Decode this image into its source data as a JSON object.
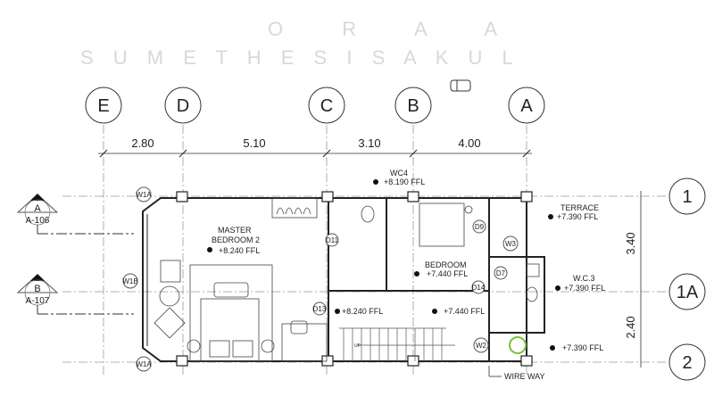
{
  "grid_columns": [
    {
      "label": "E"
    },
    {
      "label": "D"
    },
    {
      "label": "C"
    },
    {
      "label": "B"
    },
    {
      "label": "A"
    }
  ],
  "column_dimensions": [
    "2.80",
    "5.10",
    "3.10",
    "4.00"
  ],
  "grid_rows": [
    {
      "label": "1"
    },
    {
      "label": "1A"
    },
    {
      "label": "2"
    }
  ],
  "row_dimensions": [
    "3.40",
    "2.40"
  ],
  "section_markers": [
    {
      "letter": "A",
      "sheet": "A-106"
    },
    {
      "letter": "B",
      "sheet": "A-107"
    }
  ],
  "rooms": {
    "master_name_1": "MASTER",
    "master_name_2": "BEDROOM 2",
    "master_level": "+8.240 FFL",
    "wc4_name": "WC4",
    "wc4_level": "+8.190 FFL",
    "bedroom_name": "BEDROOM",
    "bedroom_level": "+7.440 FFL",
    "terrace_name": "TERRACE",
    "terrace_level": "+7.390 FFL",
    "wc3_name": "W.C.3",
    "wc3_level": "+7.390 FFL",
    "landing_level": "+8.240 FFL",
    "hall_level": "+7.440 FFL",
    "yard_level": "+7.390 FFL"
  },
  "tags": {
    "w1a_top": "W1A",
    "w1b": "W1B",
    "w1a_bottom": "W1A",
    "w2": "W2",
    "w3": "W3",
    "d7": "D7",
    "d9": "D9",
    "d11": "D11",
    "d13": "D13",
    "d14": "D14"
  },
  "notes": {
    "wire_way": "WIRE WAY",
    "up": "UP"
  },
  "watermark": {
    "line1": "O R A A",
    "line2": "S U M E T H E S I S A K U L"
  },
  "colors": {
    "line": "#222222",
    "grid": "#999999",
    "plant": "#7cc142"
  }
}
